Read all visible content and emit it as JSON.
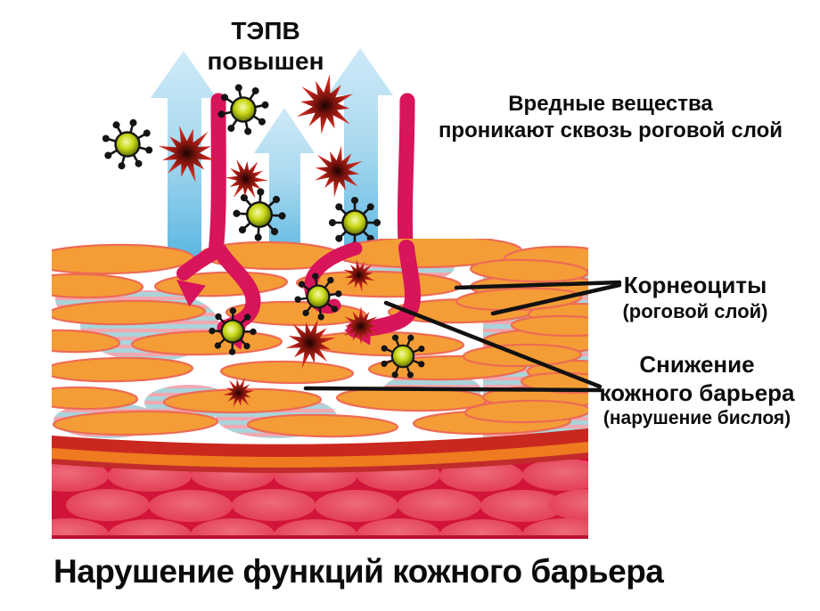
{
  "labels": {
    "tewl": "ТЭПВ повышен",
    "harmful_line1": "Вредные вещества",
    "harmful_line2": "проникают сквозь роговой слой",
    "corneocytes": "Корнеоциты",
    "corneocytes_sub": "(роговой слой)",
    "barrier_line1": "Снижение",
    "barrier_line2": "кожного барьера",
    "barrier_sub": "(нарушение бислоя)"
  },
  "title": "Нарушение функций кожного барьера",
  "icons": {
    "up_arrow": "tewl-up-arrow-icon",
    "down_bar": "penetration-arrow-icon",
    "microbe": "microbe-icon",
    "allergen": "allergen-starburst-icon"
  },
  "colors": {
    "arrow_blue_light": "#c9e7f7",
    "arrow_blue_deep": "#57b5e0",
    "penetration_crimson": "#d8145a",
    "corneocyte_orange": "#f49d36",
    "corneocyte_outline": "#ed6b54",
    "bilayer_blue": "#a9d4da",
    "bilayer_pink": "#f2a7b1",
    "basement_red": "#c9281f",
    "basement_orange": "#ef7a1f",
    "dermis_red": "#d2143a",
    "dermis_cell": "#e23950",
    "microbe_green": "#c9d816",
    "allergen_red": "#c1251c",
    "text_black": "#111111"
  }
}
